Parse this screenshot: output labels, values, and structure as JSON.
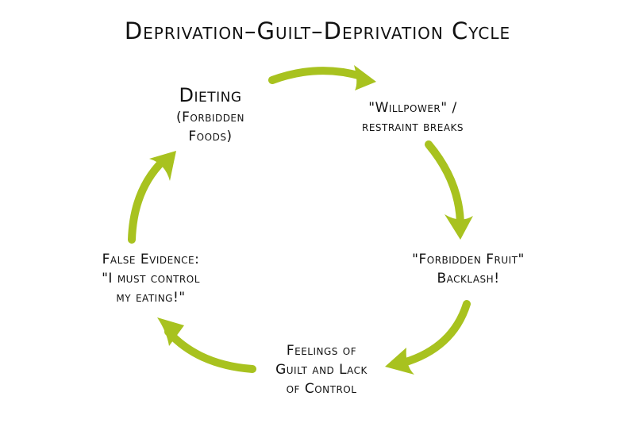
{
  "title": "Deprivation–Guilt–Deprivation Cycle",
  "arrow_color": "#a8c21f",
  "nodes": {
    "dieting": {
      "heading": "Dieting",
      "lines": [
        "(Forbidden",
        "Foods)"
      ]
    },
    "willpower": {
      "lines": [
        "\"Willpower\" /",
        "restraint breaks"
      ]
    },
    "forbidden_fruit": {
      "lines": [
        "\"Forbidden Fruit\"",
        "Backlash!"
      ]
    },
    "feelings": {
      "lines": [
        "Feelings of",
        "Guilt and Lack",
        "of Control"
      ]
    },
    "false_evidence": {
      "lines": [
        "False Evidence:",
        "\"I must control",
        "my eating!\""
      ]
    }
  },
  "arrows": [
    {
      "from": "dieting",
      "to": "willpower",
      "icon": "arrow-icon"
    },
    {
      "from": "willpower",
      "to": "forbidden_fruit",
      "icon": "arrow-icon"
    },
    {
      "from": "forbidden_fruit",
      "to": "feelings",
      "icon": "arrow-icon"
    },
    {
      "from": "feelings",
      "to": "false_evidence",
      "icon": "arrow-icon"
    },
    {
      "from": "false_evidence",
      "to": "dieting",
      "icon": "arrow-icon"
    }
  ]
}
